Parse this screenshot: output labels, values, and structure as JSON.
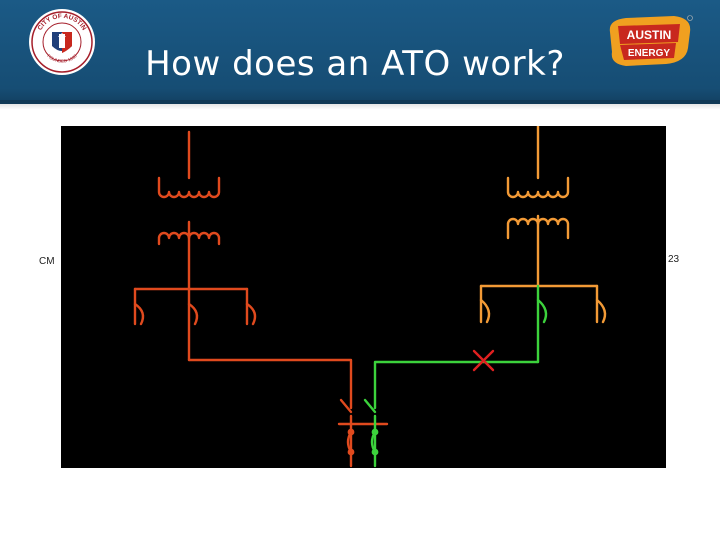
{
  "slide": {
    "title": "How does an ATO work?",
    "left_side_text": "CM",
    "right_side_text": "23"
  },
  "logos": {
    "seal_text_top": "CITY OF AUSTIN",
    "seal_text_bottom": "FOUNDED 1839",
    "brand_line1": "AUSTIN",
    "brand_line2": "ENERGY"
  },
  "diagram": {
    "colors": {
      "left_source": "#e04a1e",
      "right_source": "#f29a36",
      "closed_path": "#3cd23c",
      "open_marker": "#e02020",
      "background": "#000000"
    },
    "left_feeder_status": "closed",
    "right_feeder_status": "open"
  },
  "colors": {
    "header": "#1b5a86",
    "brand_gold": "#f0a020",
    "brand_red": "#c8281e"
  }
}
